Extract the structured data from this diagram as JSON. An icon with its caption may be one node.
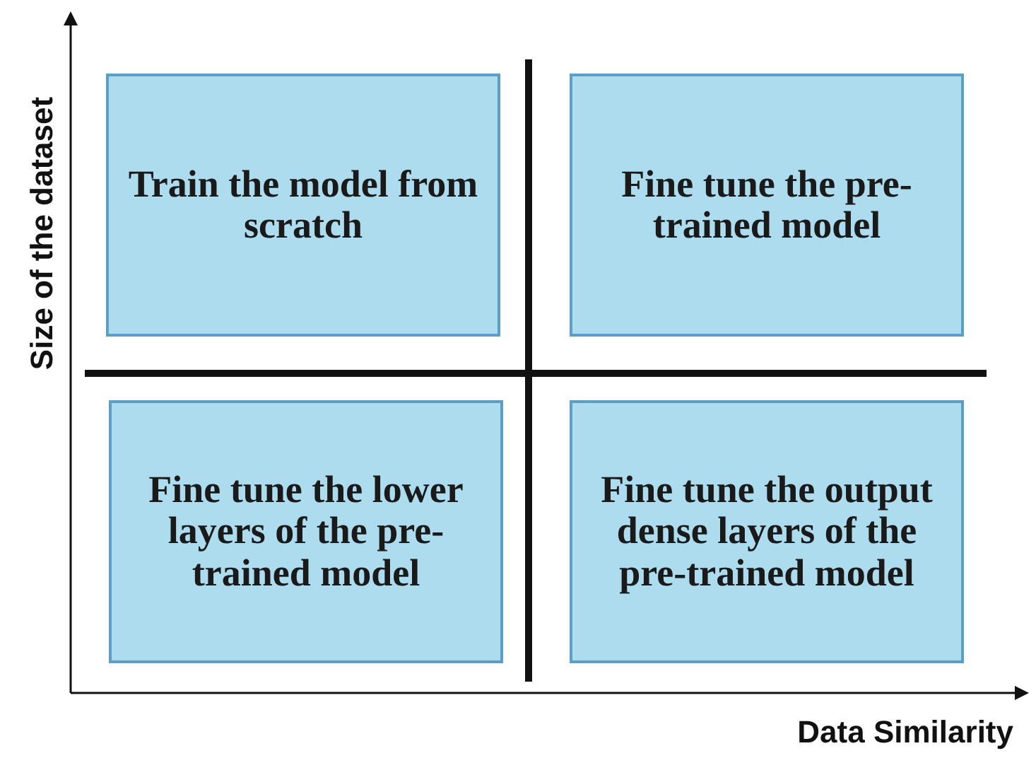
{
  "diagram": {
    "nodes": [
      {
        "text": [
          "Train the model from scratch"
        ]
      },
      {
        "text": [
          "Fine tune the pre-trained model"
        ]
      },
      {
        "text": [
          "Fine tune the lower layers of the pre-trained model"
        ]
      },
      {
        "text": [
          "Fine tune the output dense layers of the pre-trained model"
        ]
      }
    ],
    "labels": [
      "Size of the dataset",
      "Data Similarity"
    ]
  }
}
